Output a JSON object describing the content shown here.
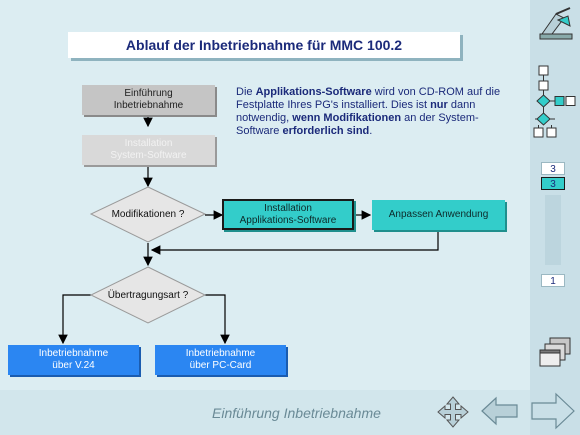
{
  "title": "Ablauf der Inbetriebnahme für MMC 100.2",
  "flow": {
    "einfuehrung": [
      "Einführung",
      "Inbetriebnahme"
    ],
    "installation_system": [
      "Installation",
      "System-Software"
    ],
    "modifikationen": "Modifikationen ?",
    "installation_applikation": [
      "Installation",
      "Applikations-Software"
    ],
    "anpassen": "Anpassen Anwendung",
    "uebertragungsart": "Übertragungsart ?",
    "v24": [
      "Inbetriebnahme",
      "über V.24"
    ],
    "pccard": [
      "Inbetriebnahme",
      "über PC-Card"
    ]
  },
  "description": {
    "p1": "Die ",
    "b1": "Applikations-Software",
    "p2": " wird von CD-ROM auf die Festplatte Ihres PG's installiert. Dies ist ",
    "b2": "nur",
    "p3": " dann notwendig, ",
    "b3": "wenn Modifikationen",
    "p4": " an der System-Software ",
    "b4": "erforderlich sind",
    "p5": "."
  },
  "footer": {
    "section_label": "Einführung Inbetriebnahme"
  },
  "sidebar": {
    "page_total": "3",
    "page_current": "3",
    "page_first": "1"
  },
  "icons": {
    "top": "construction-tool-icon",
    "tree": "flowchart-tree-icon",
    "stack": "stacked-windows-icon",
    "navigate": "four-way-arrow-icon",
    "back": "back-arrow-icon",
    "forward": "forward-arrow-icon"
  },
  "colors": {
    "background": "#dcedf2",
    "title_text": "#1b2a7a",
    "teal_box": "#33cdca",
    "blue_box": "#2b86f2",
    "grey_box": "#c5c5c5"
  }
}
